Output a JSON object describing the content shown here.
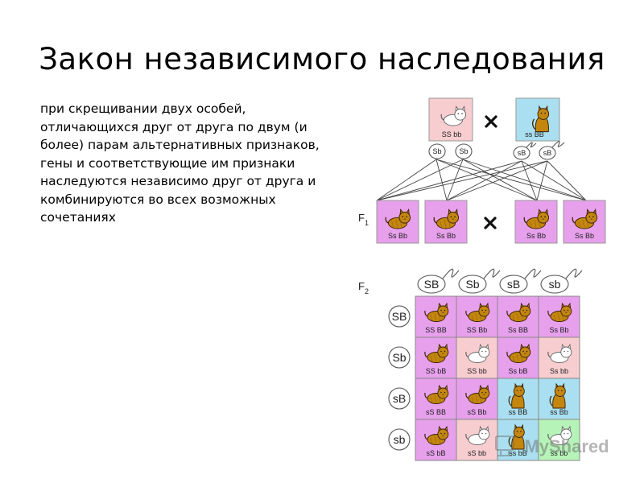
{
  "slide": {
    "title": "Закон независимого наследования",
    "text": "при скрещивании двух особей, отличающихся друг от друга по двум (и более) парам альтернативных признаков, гены и соответствующие им признаки наследуются независимо друг от друга и комбинируются во всех возможных сочетаниях"
  },
  "parents": {
    "left_genotype": "SS bb",
    "right_genotype": "ss BB",
    "left_gametes": [
      "Sb",
      "Sb"
    ],
    "right_gametes": [
      "sB",
      "sB"
    ],
    "cross_symbol": "×"
  },
  "f1": {
    "label_main": "F",
    "label_sub": "1",
    "genotypes": [
      "Ss Bb",
      "Ss Bb",
      "Ss Bb",
      "Ss Bb"
    ],
    "cross_symbol": "×"
  },
  "f2": {
    "label_main": "F",
    "label_sub": "2",
    "column_gametes": [
      "SB",
      "Sb",
      "sB",
      "sb"
    ],
    "row_gametes": [
      "SB",
      "Sb",
      "sB",
      "sb"
    ],
    "cells": [
      [
        "SS BB",
        "SS Bb",
        "Ss BB",
        "Ss Bb"
      ],
      [
        "SS bB",
        "SS bb",
        "Ss bB",
        "Ss bb"
      ],
      [
        "sS BB",
        "sS Bb",
        "ss BB",
        "ss Bb"
      ],
      [
        "sS bB",
        "sS bb",
        "ss bB",
        "ss bb"
      ]
    ]
  },
  "watermark": "MyShared",
  "colors": {
    "pink": "#e7a0ec",
    "light_pink": "#f7cdd0",
    "light_blue": "#a9dff0",
    "light_green": "#b6f3b8",
    "cat_brown": "#c4860f",
    "cat_white": "#ffffff"
  }
}
